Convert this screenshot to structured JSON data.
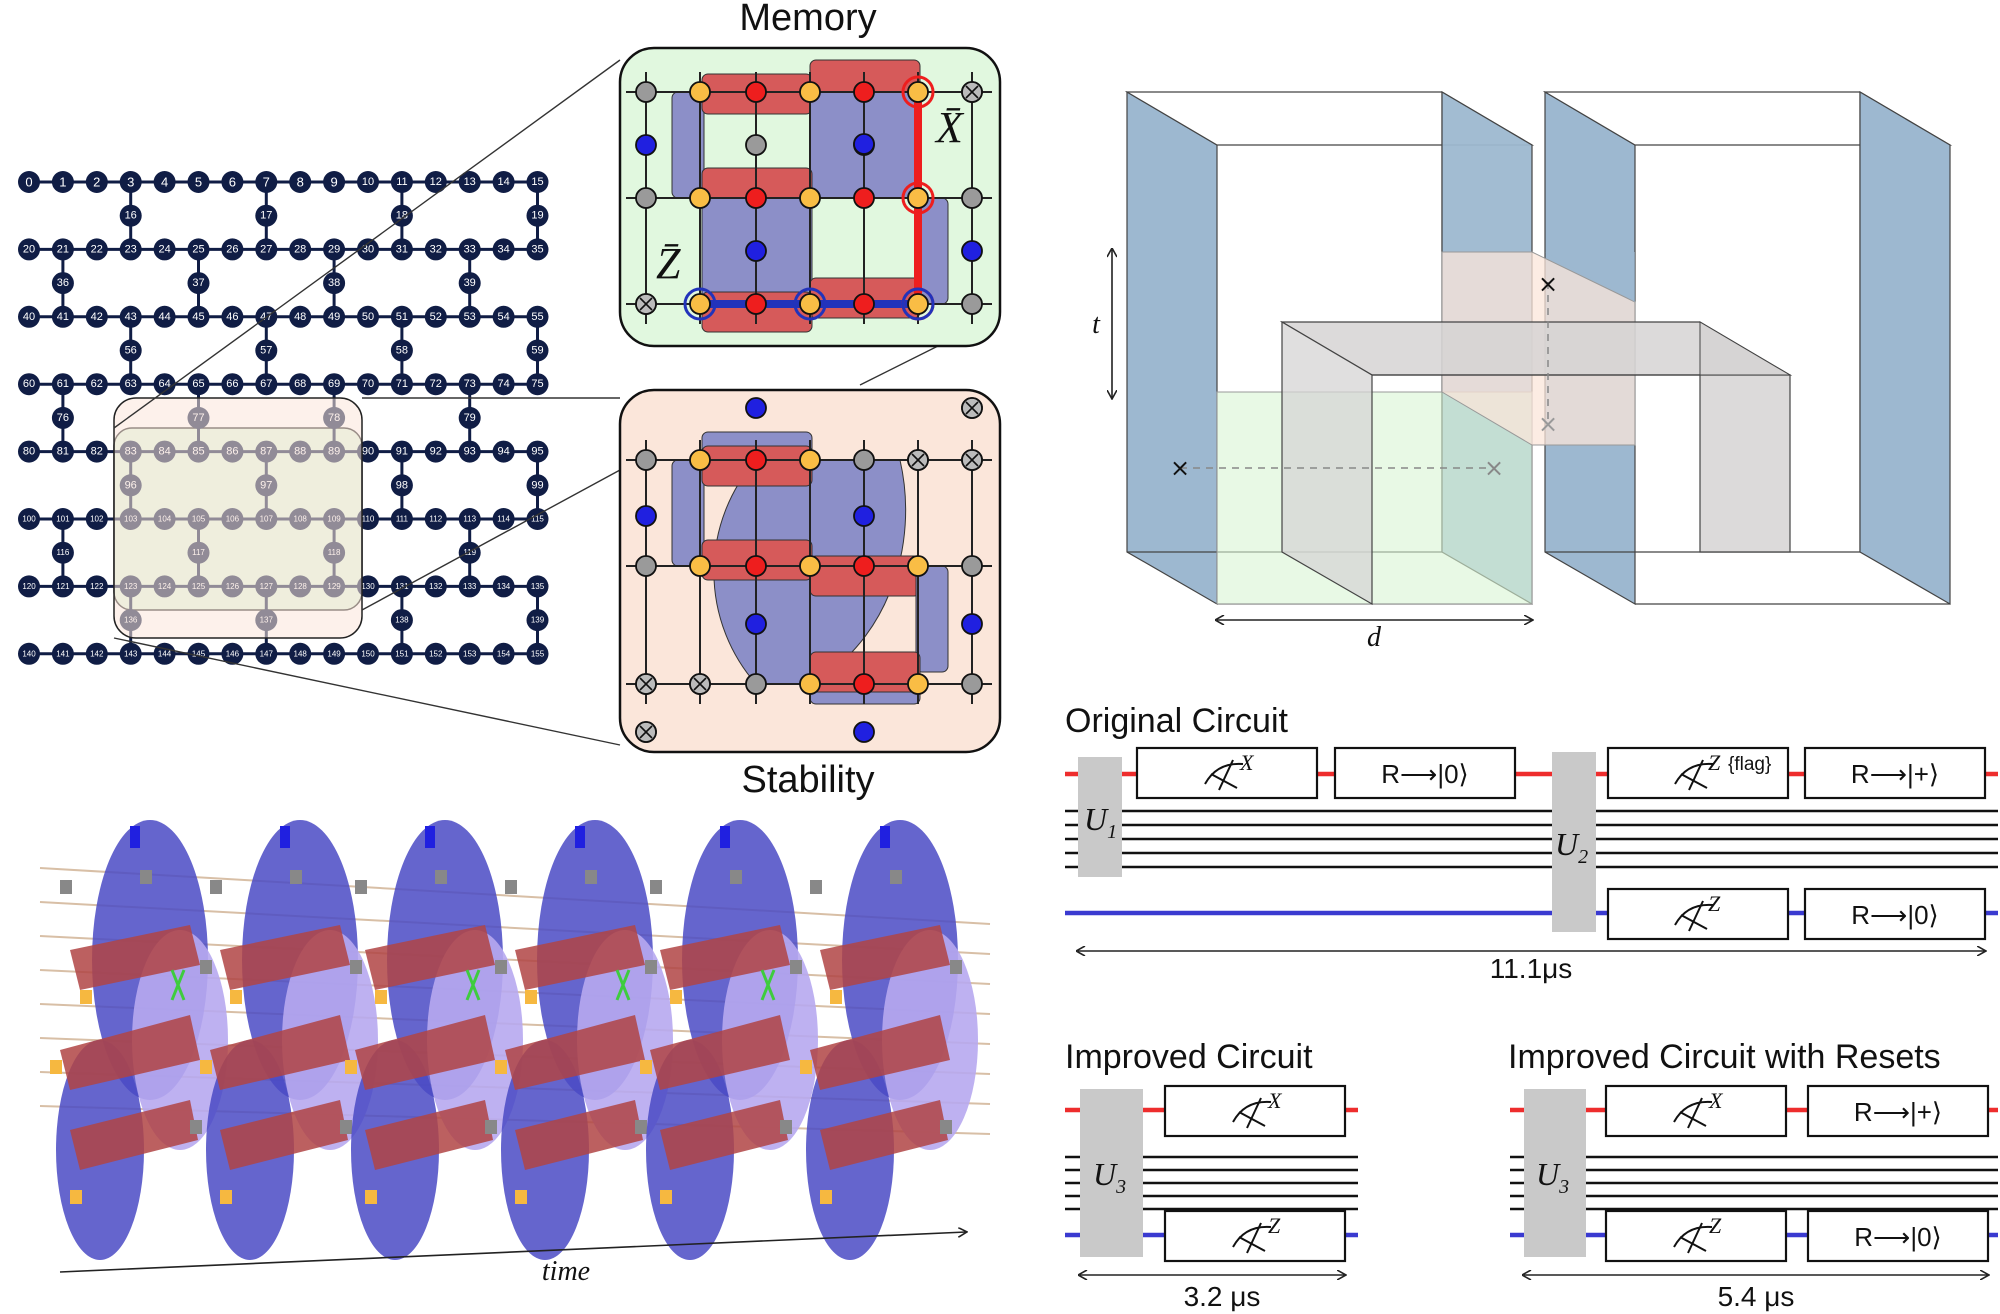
{
  "panel_a": {
    "memory_title": "Memory",
    "stability_title": "Stability",
    "logical_x": "X̄",
    "logical_z": "Z̄",
    "lattice": {
      "rows": [
        {
          "row": [
            "0",
            "1",
            "2",
            "3",
            "4",
            "5",
            "6",
            "7",
            "8",
            "9",
            "10",
            "11",
            "12",
            "13",
            "14",
            "15"
          ]
        },
        {
          "bridge": [
            [
              "3",
              "16"
            ],
            [
              "7",
              "17"
            ],
            [
              "11",
              "18"
            ],
            [
              "15",
              "19"
            ]
          ]
        },
        {
          "row": [
            "20",
            "21",
            "22",
            "23",
            "24",
            "25",
            "26",
            "27",
            "28",
            "29",
            "30",
            "31",
            "32",
            "33",
            "34",
            "35"
          ]
        },
        {
          "bridge": [
            [
              "1",
              "36"
            ],
            [
              "5",
              "37"
            ],
            [
              "9",
              "38"
            ],
            [
              "13",
              "39"
            ]
          ]
        },
        {
          "row": [
            "40",
            "41",
            "42",
            "43",
            "44",
            "45",
            "46",
            "47",
            "48",
            "49",
            "50",
            "51",
            "52",
            "53",
            "54",
            "55"
          ]
        },
        {
          "bridge": [
            [
              "3",
              "56"
            ],
            [
              "7",
              "57"
            ],
            [
              "11",
              "58"
            ],
            [
              "15",
              "59"
            ]
          ]
        },
        {
          "row": [
            "60",
            "61",
            "62",
            "63",
            "64",
            "65",
            "66",
            "67",
            "68",
            "69",
            "70",
            "71",
            "72",
            "73",
            "74",
            "75"
          ]
        },
        {
          "bridge": [
            [
              "1",
              "76"
            ],
            [
              "5",
              "77"
            ],
            [
              "9",
              "78"
            ],
            [
              "13",
              "79"
            ]
          ]
        },
        {
          "row": [
            "80",
            "81",
            "82",
            "83",
            "84",
            "85",
            "86",
            "87",
            "88",
            "89",
            "90",
            "91",
            "92",
            "93",
            "94",
            "95"
          ]
        },
        {
          "bridge": [
            [
              "3",
              "96"
            ],
            [
              "7",
              "97"
            ],
            [
              "11",
              "98"
            ],
            [
              "15",
              "99"
            ]
          ]
        },
        {
          "row": [
            "100",
            "101",
            "102",
            "103",
            "104",
            "105",
            "106",
            "107",
            "108",
            "109",
            "110",
            "111",
            "112",
            "113",
            "114",
            "115"
          ]
        },
        {
          "bridge": [
            [
              "1",
              "116"
            ],
            [
              "5",
              "117"
            ],
            [
              "9",
              "118"
            ],
            [
              "13",
              "119"
            ]
          ]
        },
        {
          "row": [
            "120",
            "121",
            "122",
            "123",
            "124",
            "125",
            "126",
            "127",
            "128",
            "129",
            "130",
            "131",
            "132",
            "133",
            "134",
            "135"
          ]
        },
        {
          "bridge": [
            [
              "3",
              "136"
            ],
            [
              "7",
              "137"
            ],
            [
              "11",
              "138"
            ],
            [
              "15",
              "139"
            ]
          ]
        },
        {
          "row": [
            "140",
            "141",
            "142",
            "143",
            "144",
            "145",
            "146",
            "147",
            "148",
            "149",
            "150",
            "151",
            "152",
            "153",
            "154",
            "155"
          ]
        }
      ]
    }
  },
  "panel_b": {
    "t_label": "t",
    "d_label": "d"
  },
  "panel_c": {
    "time_label": "time"
  },
  "circuits": {
    "original": {
      "title": "Original Circuit",
      "u1": "U",
      "u1_sub": "1",
      "u2": "U",
      "u2_sub": "2",
      "meas_x": "X",
      "reset_plus0": "R⟶|0⟩",
      "meas_z_flag": "Z",
      "flag": "{flag}",
      "reset_plus": "R⟶|+⟩",
      "meas_z": "Z",
      "reset_zero": "R⟶|0⟩",
      "duration": "11.1μs"
    },
    "improved": {
      "title": "Improved Circuit",
      "u3": "U",
      "u3_sub": "3",
      "meas_x": "X",
      "meas_z": "Z",
      "duration": "3.2 μs"
    },
    "improved_resets": {
      "title": "Improved Circuit with Resets",
      "u3": "U",
      "u3_sub": "3",
      "meas_x": "X",
      "reset_plus": "R⟶|+⟩",
      "meas_z": "Z",
      "reset_zero": "R⟶|0⟩",
      "duration": "5.4 μs"
    }
  },
  "colors": {
    "navy": "#101d45",
    "red": "#ee2d2d",
    "blue": "#3a3ad0",
    "green_bg": "#e1f8df",
    "peach_bg": "#fbe6da",
    "plaquette_red": "#d65a5a",
    "plaquette_blue": "#8c8fc8",
    "qubit_orange": "#f9bd45",
    "qubit_red": "#ee1e1e",
    "qubit_blue": "#2020e0",
    "qubit_gray": "#9a9a9a",
    "slab_blue": "#9db8d0",
    "slab_gray": "#d6d4d4",
    "gate_gray": "#c9c9c9"
  }
}
